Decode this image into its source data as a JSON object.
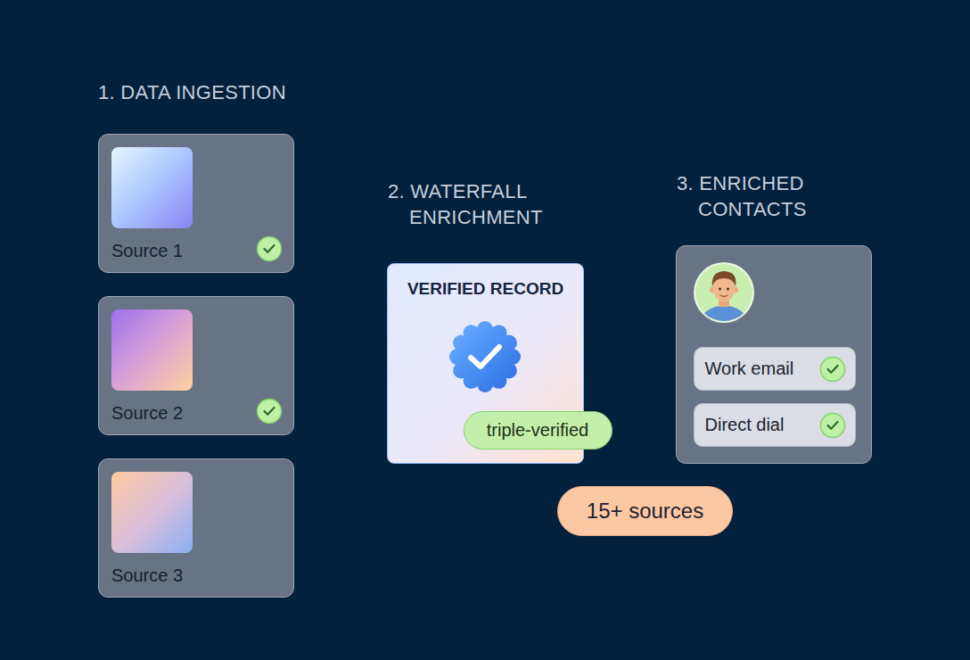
{
  "diagram": {
    "nodes": [
      {
        "text": [
          "Source 1"
        ]
      },
      {
        "text": [
          "Source 2"
        ]
      },
      {
        "text": [
          "Source 3"
        ]
      },
      {
        "text": [
          "2. WATERFALL ENRICHMENT",
          "VERIFIED RECORD"
        ]
      },
      {
        "text": [
          "triple-verified"
        ],
        "in": 3
      },
      {
        "text": [
          "3. ENRICHED CONTACTS"
        ]
      },
      {
        "text": [
          "Work email"
        ],
        "in": 5
      },
      {
        "text": [
          "Direct dial"
        ],
        "in": 5
      },
      {
        "text": [
          "15+ sources"
        ]
      }
    ],
    "labels": [
      "1. DATA INGESTION"
    ]
  }
}
